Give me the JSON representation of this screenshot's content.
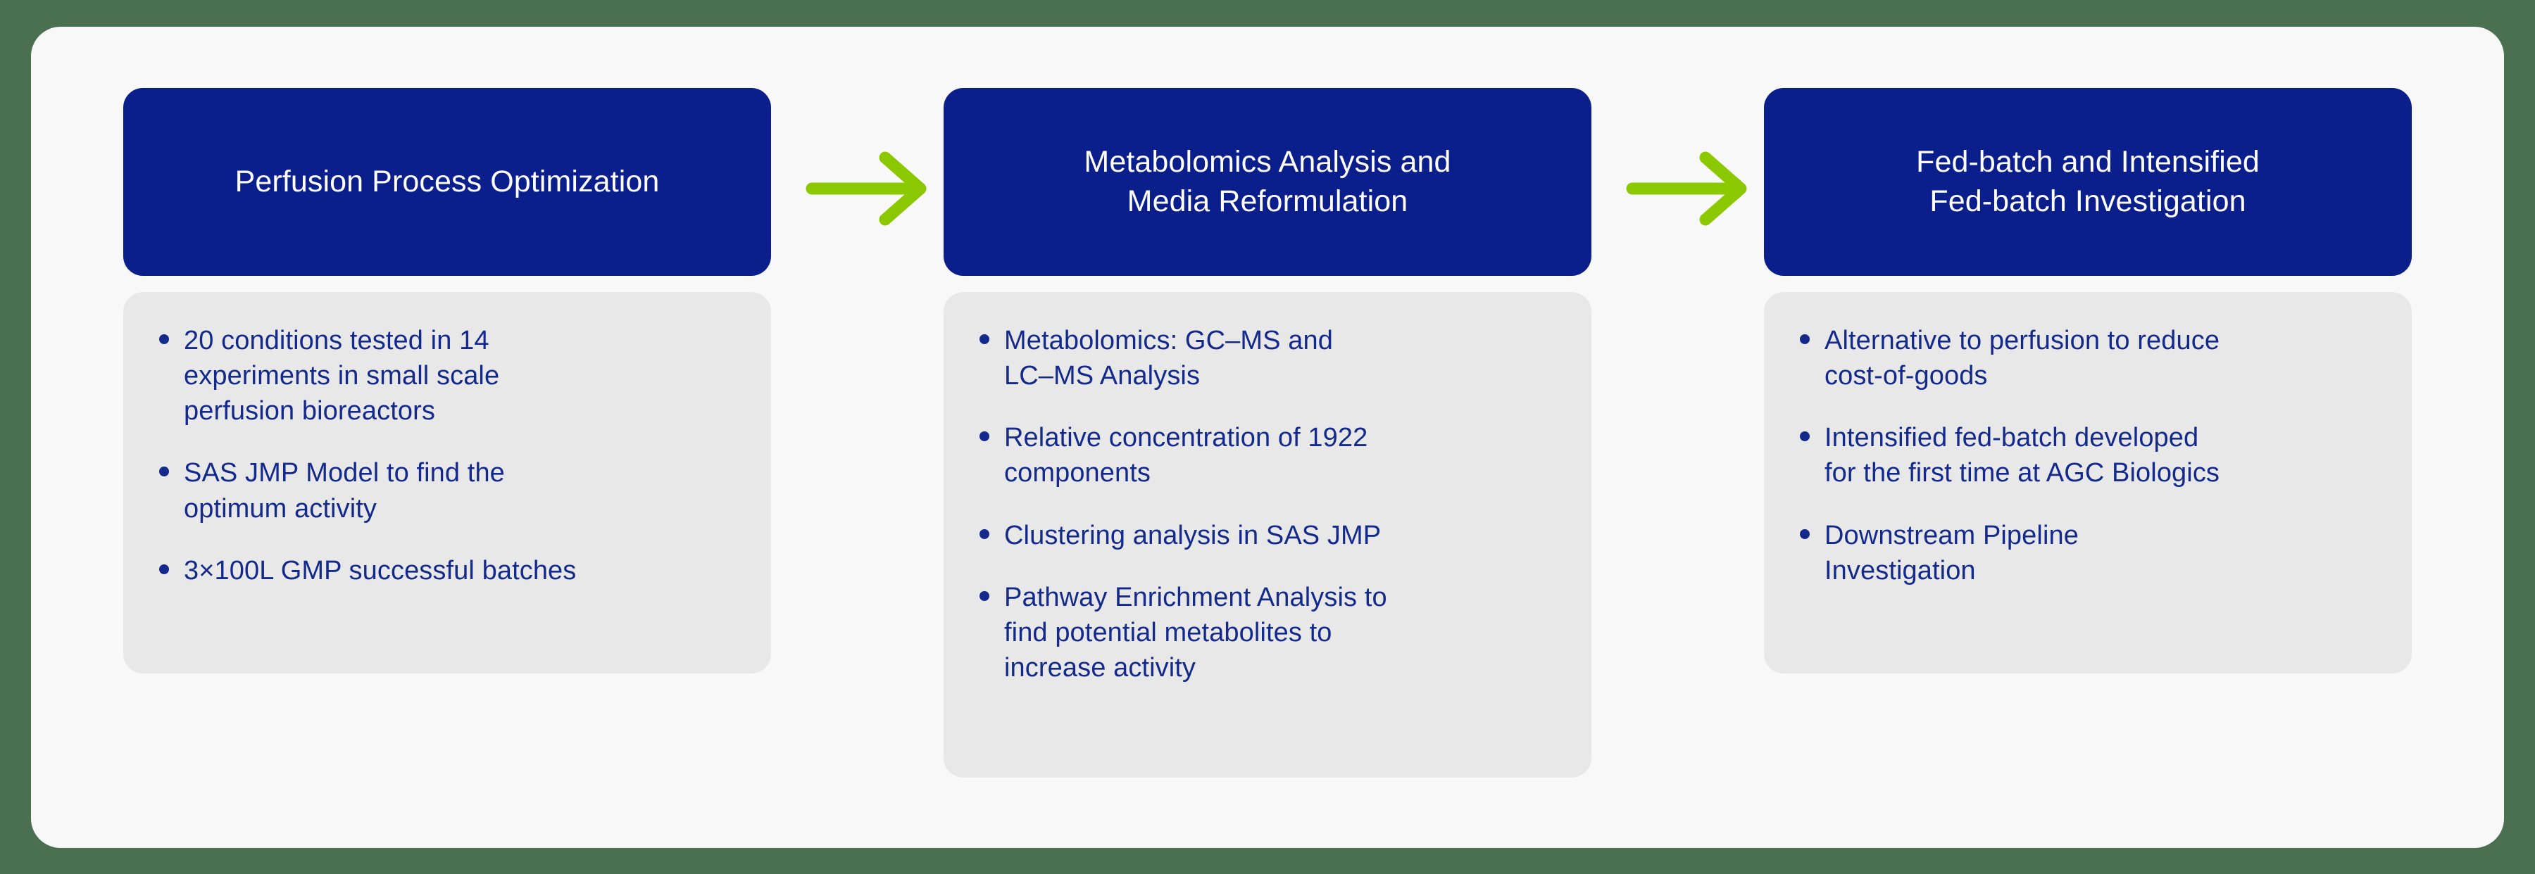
{
  "theme": {
    "outer_background": "#4a7050",
    "card_background": "#f8f8f8",
    "header_blue": "#0a1e8c",
    "panel_grey": "#e8e8e8",
    "text_navy": "#132a8c",
    "header_text": "#ffffff",
    "arrow_green": "#8cc800"
  },
  "diagram": {
    "type": "process-flow",
    "direction": "left-to-right",
    "stage_count": 3,
    "connector_count": 2,
    "connector_icon": "arrow-right-icon",
    "stages": [
      {
        "title": "Perfusion Process Optimization",
        "bullets": [
          "20 conditions tested in 14\nexperiments in small scale\nperfusion bioreactors",
          "SAS JMP Model to find the\noptimum activity",
          "3×100L GMP successful batches"
        ]
      },
      {
        "title": "Metabolomics Analysis and\nMedia Reformulation",
        "bullets": [
          "Metabolomics: GC–MS and\nLC–MS Analysis",
          "Relative concentration of 1922\ncomponents",
          "Clustering analysis in SAS JMP",
          "Pathway Enrichment Analysis to\nfind potential metabolites to\nincrease activity"
        ]
      },
      {
        "title": "Fed-batch and Intensified\nFed-batch Investigation",
        "bullets": [
          "Alternative to perfusion to reduce\ncost-of-goods",
          "Intensified fed-batch developed\nfor the first time at AGC Biologics",
          "Downstream Pipeline\nInvestigation"
        ]
      }
    ]
  }
}
